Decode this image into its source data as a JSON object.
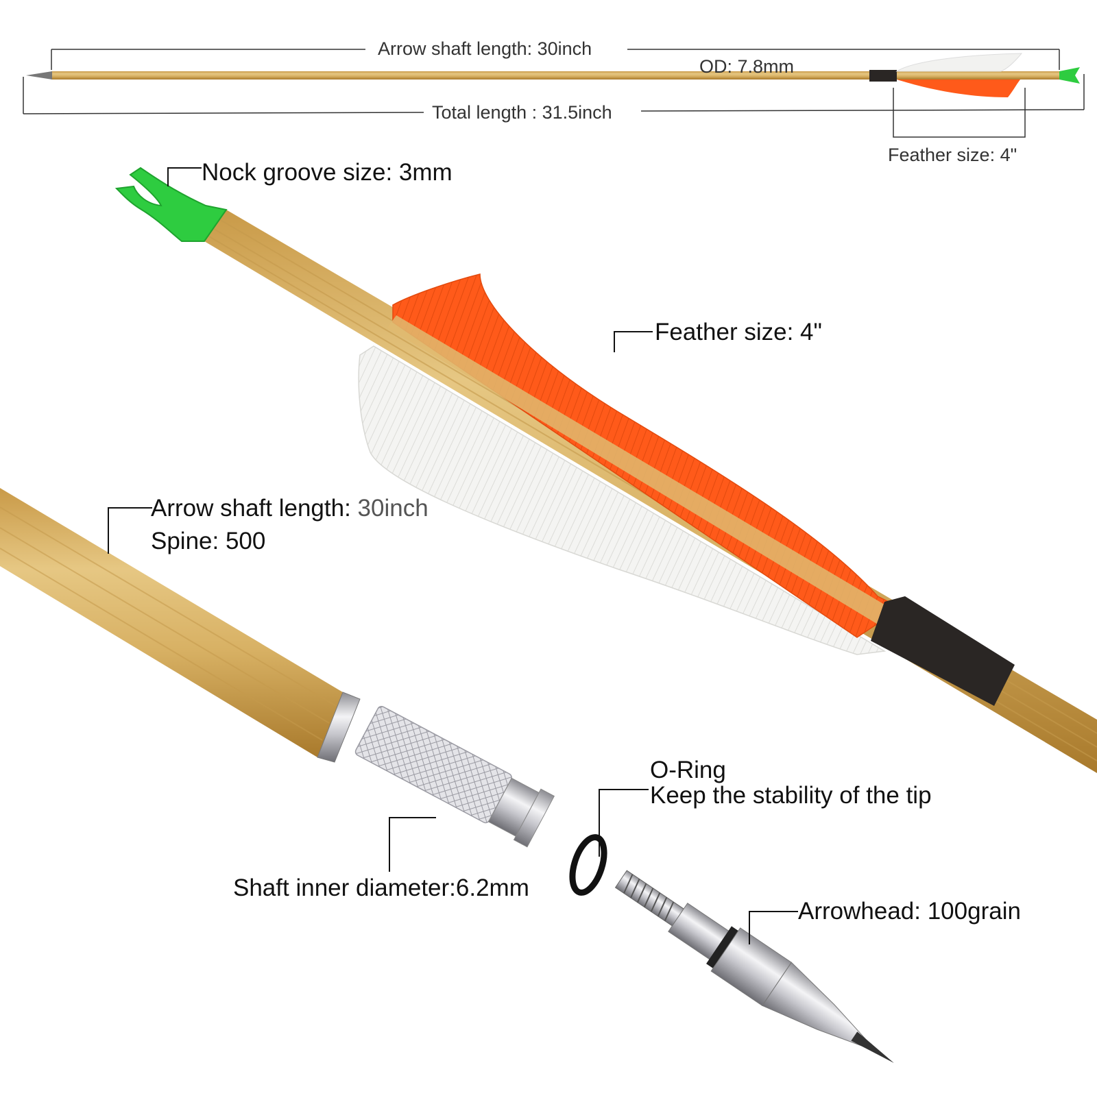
{
  "top_diagram": {
    "shaft_length_label": "Arrow shaft length: 30inch",
    "od_label": "OD: 7.8mm",
    "total_length_label": "Total length : 31.5inch",
    "feather_size_label": "Feather size: 4\""
  },
  "callouts": {
    "nock_groove": "Nock groove size: 3mm",
    "feather_size": "Feather size: 4\"",
    "shaft_length_prefix": "Arrow shaft length: ",
    "shaft_length_value": "30inch",
    "spine": "Spine: 500",
    "oring_title": "O-Ring",
    "oring_desc": "Keep the stability of the tip",
    "inner_diameter": "Shaft inner diameter:6.2mm",
    "arrowhead": "Arrowhead: 100grain"
  },
  "colors": {
    "shaft": "#d9b56a",
    "shaft_dark": "#b88c3c",
    "feather_orange": "#ff5a1a",
    "feather_white": "#f4f4f2",
    "nock_green": "#2ecc40",
    "wrap": "#2a2624",
    "metal": "#c8c8cc"
  }
}
